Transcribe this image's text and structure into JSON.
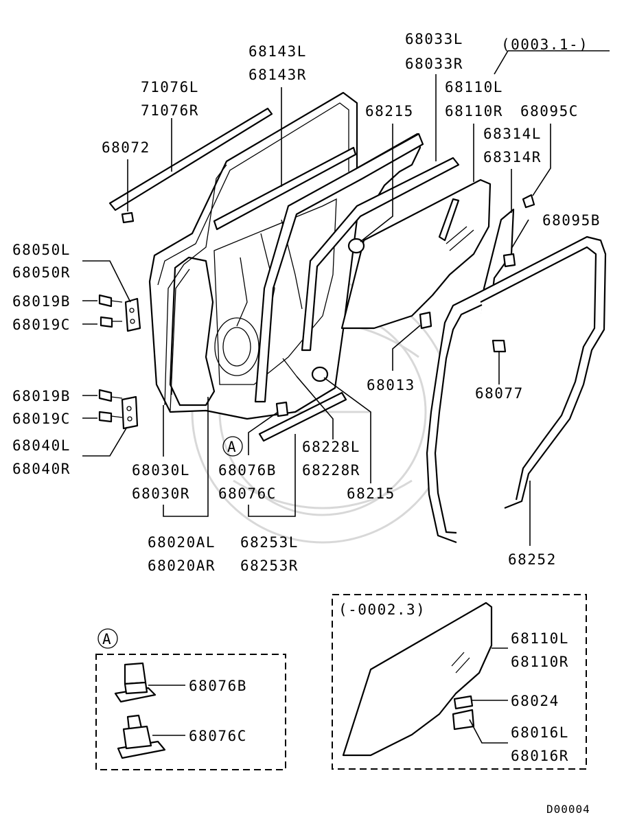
{
  "diagram_id": "D00004",
  "serial_ranges": {
    "new": "(0003.1-)",
    "old": "(-0002.3)"
  },
  "detail_marker": "A",
  "labels": {
    "p68143L": "68143L",
    "p68143R": "68143R",
    "p68033L": "68033L",
    "p68033R": "68033R",
    "p71076L": "71076L",
    "p71076R": "71076R",
    "p68110L": "68110L",
    "p68110R": "68110R",
    "p68215a": "68215",
    "p68095C": "68095C",
    "p68072": "68072",
    "p68314L": "68314L",
    "p68314R": "68314R",
    "p68095B": "68095B",
    "p68050L": "68050L",
    "p68050R": "68050R",
    "p68019Ba": "68019B",
    "p68019Ca": "68019C",
    "p68013": "68013",
    "p68077": "68077",
    "p68019Bb": "68019B",
    "p68019Cb": "68019C",
    "p68040L": "68040L",
    "p68040R": "68040R",
    "p68228L": "68228L",
    "p68228R": "68228R",
    "p68030L": "68030L",
    "p68030R": "68030R",
    "p68076B": "68076B",
    "p68076C": "68076C",
    "p68215b": "68215",
    "p68020AL": "68020AL",
    "p68020AR": "68020AR",
    "p68253L": "68253L",
    "p68253R": "68253R",
    "p68252": "68252",
    "detA68076B": "68076B",
    "detA68076C": "68076C",
    "old68110L": "68110L",
    "old68110R": "68110R",
    "old68024": "68024",
    "old68016L": "68016L",
    "old68016R": "68016R"
  }
}
